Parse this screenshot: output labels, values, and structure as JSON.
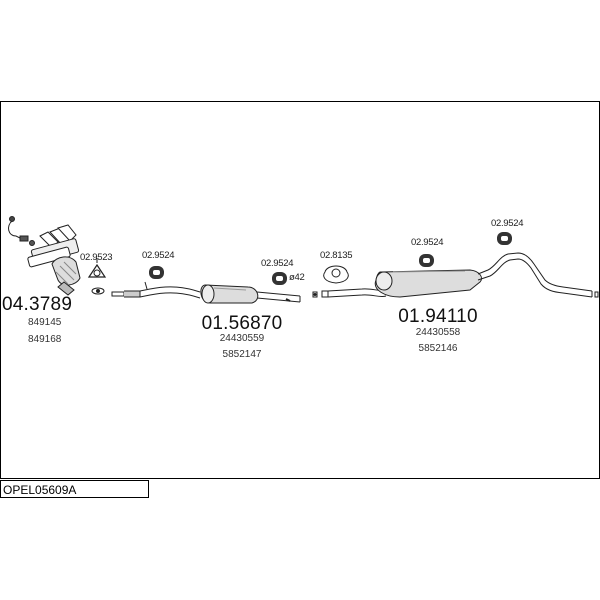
{
  "reference": "OPEL05609A",
  "parts": {
    "catalyst": {
      "code": "04.3789",
      "refs": [
        "849145",
        "849168"
      ]
    },
    "gasket_front": {
      "code": "02.9523"
    },
    "hanger_1": {
      "code": "02.9524"
    },
    "middle_silencer": {
      "code": "01.56870",
      "refs": [
        "24430559",
        "5852147"
      ]
    },
    "hanger_2": {
      "code": "02.9524"
    },
    "pipe_diameter": "ø42",
    "flange_gasket": {
      "code": "02.8135"
    },
    "hanger_3": {
      "code": "02.9524"
    },
    "rear_silencer": {
      "code": "01.94110",
      "refs": [
        "24430558",
        "5852146"
      ]
    },
    "hanger_4": {
      "code": "02.9524"
    }
  }
}
